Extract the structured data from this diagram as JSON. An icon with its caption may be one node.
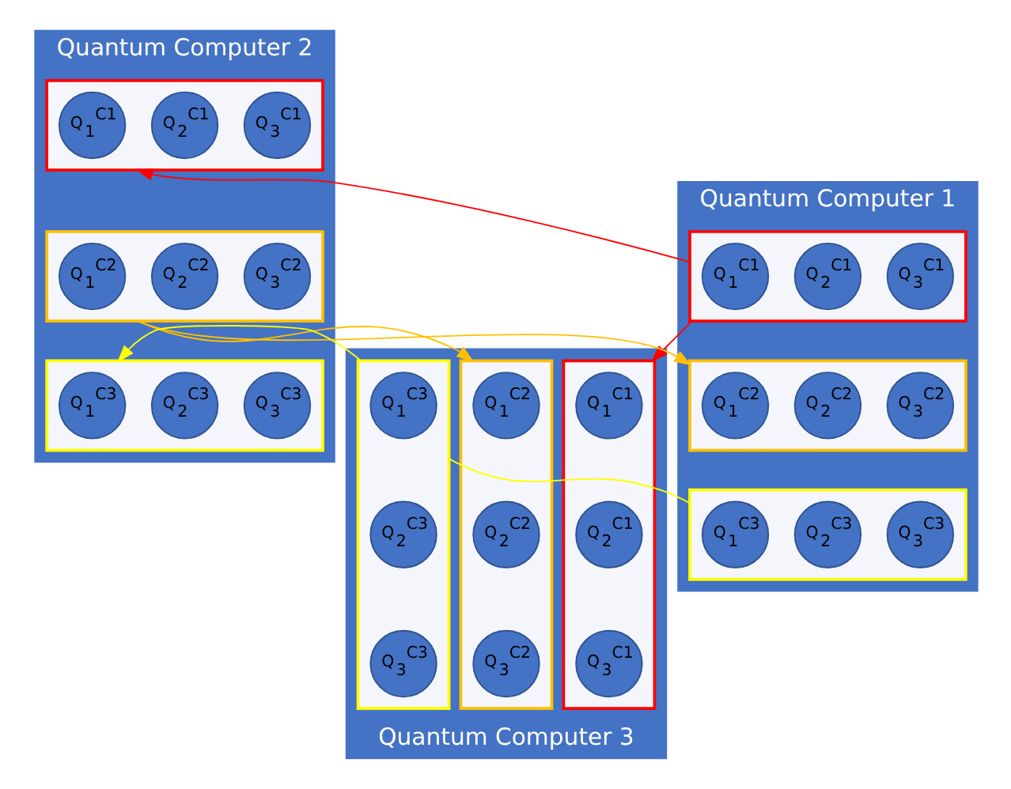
{
  "diagram": {
    "nodes": [
      {
        "text": [
          "Quantum Computer 1"
        ]
      },
      {
        "text": [],
        "shape": "box",
        "in": 0
      },
      {
        "text": [
          "Q$_{1}$$^{C1}$"
        ],
        "in": 1
      },
      {
        "text": [
          "Q$_{2}$$^{C1}$"
        ],
        "in": 1
      },
      {
        "text": [
          "Q$_{3}$$^{C1}$"
        ],
        "in": 1
      },
      {
        "text": [],
        "shape": "box",
        "in": 0
      },
      {
        "text": [
          "Q$_{1}$$^{C2}$"
        ],
        "in": 5
      },
      {
        "text": [
          "Q$_{2}$$^{C2}$"
        ],
        "in": 5
      },
      {
        "text": [
          "Q$_{3}$$^{C2}$"
        ],
        "in": 5
      },
      {
        "text": [],
        "shape": "box",
        "in": 0
      },
      {
        "text": [
          "Q$_{1}$$^{C3}$"
        ],
        "in": 9
      },
      {
        "text": [
          "Q$_{2}$$^{C3}$"
        ],
        "in": 9
      },
      {
        "text": [
          "Q$_{3}$$^{C3}$"
        ],
        "in": 9
      },
      {
        "text": [
          "Quantum Computer 2"
        ]
      },
      {
        "text": [],
        "shape": "box",
        "in": 13
      },
      {
        "text": [
          "Q$_{1}$$^{C1}$"
        ],
        "in": 14
      },
      {
        "text": [
          "Q$_{2}$$^{C1}$"
        ],
        "in": 14
      },
      {
        "text": [
          "Q$_{3}$$^{C1}$"
        ],
        "in": 14
      },
      {
        "text": [],
        "shape": "box",
        "in": 13
      },
      {
        "text": [
          "Q$_{1}$$^{C2}$"
        ],
        "in": 18
      },
      {
        "text": [
          "Q$_{2}$$^{C2}$"
        ],
        "in": 18
      },
      {
        "text": [
          "Q$_{3}$$^{C2}$"
        ],
        "in": 18
      },
      {
        "text": [],
        "shape": "box",
        "in": 13
      },
      {
        "text": [
          "Q$_{1}$$^{C3}$"
        ],
        "in": 22
      },
      {
        "text": [
          "Q$_{2}$$^{C3}$"
        ],
        "in": 22
      },
      {
        "text": [
          "Q$_{3}$$^{C3}$"
        ],
        "in": 22
      },
      {
        "text": [
          "Quantum Computer 3"
        ]
      },
      {
        "text": [],
        "shape": "box",
        "in": 26
      },
      {
        "text": [
          "Q$_{1}$$^{C1}$"
        ],
        "in": 27
      },
      {
        "text": [
          "Q$_{2}$$^{C1}$"
        ],
        "in": 27
      },
      {
        "text": [
          "Q$_{3}$$^{C1}$"
        ],
        "in": 27
      },
      {
        "text": [],
        "shape": "box",
        "in": 26
      },
      {
        "text": [
          "Q$_{1}$$^{C2}$"
        ],
        "in": 31
      },
      {
        "text": [
          "Q$_{2}$$^{C2}$"
        ],
        "in": 31
      },
      {
        "text": [
          "Q$_{3}$$^{C2}$"
        ],
        "in": 31
      },
      {
        "text": [],
        "shape": "box",
        "in": 26
      },
      {
        "text": [
          "Q$_{1}$$^{C3}$"
        ],
        "in": 35
      },
      {
        "text": [
          "Q$_{2}$$^{C3}$"
        ],
        "in": 35
      },
      {
        "text": [
          "Q$_{3}$$^{C3}$"
        ],
        "in": 35
      }
    ],
    "edges": [
      {
        "from": 1,
        "to": 14,
        "arrow": "to",
        "color": "#ff0000"
      },
      {
        "from": 1,
        "to": 27,
        "arrow": "to",
        "color": "#ff0000"
      },
      {
        "from": 18,
        "to": 5,
        "arrow": "to",
        "color": "#ffc000"
      },
      {
        "from": 18,
        "to": 31,
        "arrow": "to",
        "color": "#ffc000"
      },
      {
        "from": 35,
        "to": 9,
        "arrow": "none",
        "color": "#ffff00"
      },
      {
        "from": 35,
        "to": 22,
        "arrow": "to",
        "color": "#ffff00"
      }
    ]
  }
}
